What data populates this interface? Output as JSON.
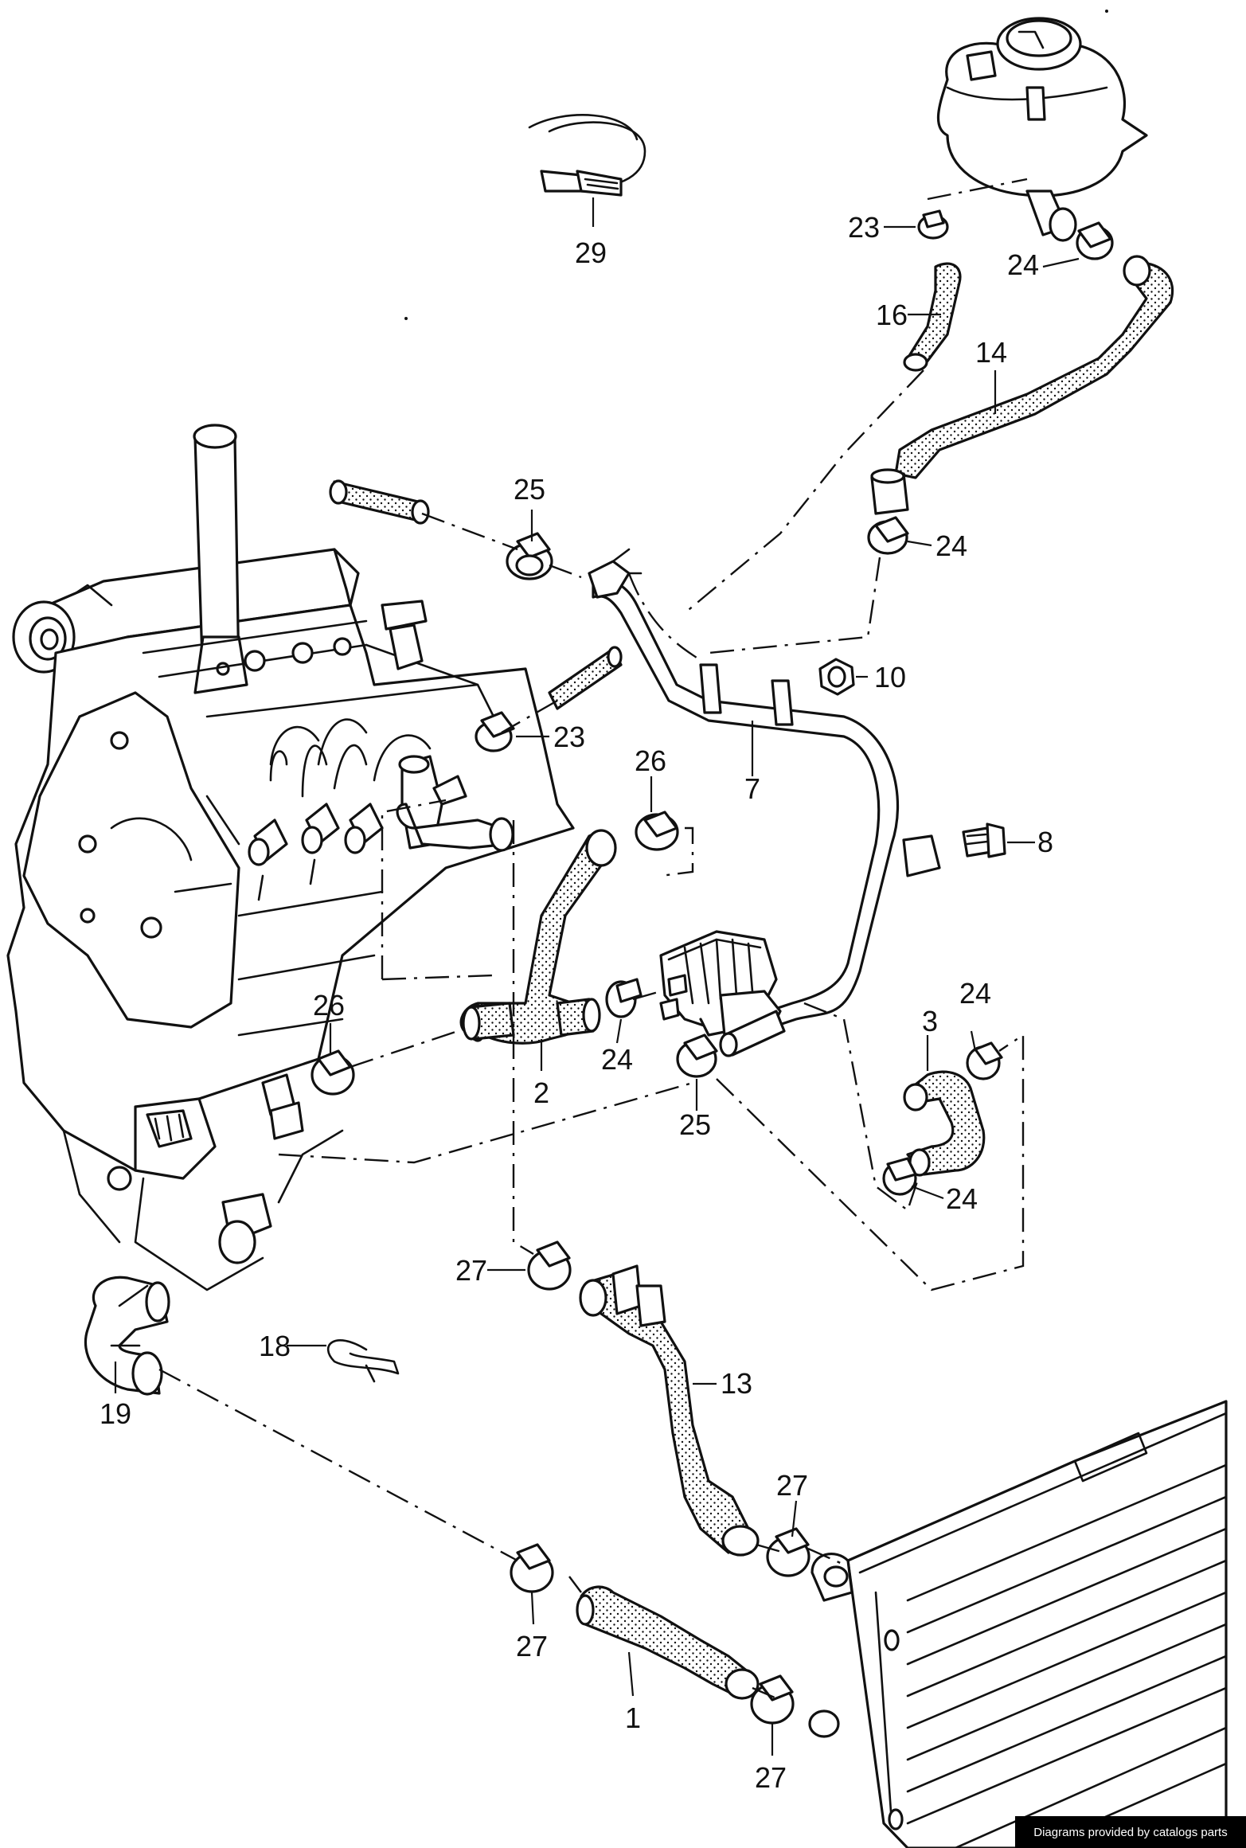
{
  "callouts": {
    "c1": "1",
    "c2": "2",
    "c3": "3",
    "c7": "7",
    "c8": "8",
    "c10": "10",
    "c13": "13",
    "c14": "14",
    "c16": "16",
    "c18": "18",
    "c19": "19",
    "c23a": "23",
    "c23b": "23",
    "c24a": "24",
    "c24b": "24",
    "c24c": "24",
    "c24d": "24",
    "c24e": "24",
    "c25a": "25",
    "c25b": "25",
    "c26a": "26",
    "c26b": "26",
    "c27a": "27",
    "c27b": "27",
    "c27c": "27",
    "c27d": "27",
    "c29": "29"
  },
  "footer": {
    "credit": "Diagrams provided by catalogs parts"
  }
}
